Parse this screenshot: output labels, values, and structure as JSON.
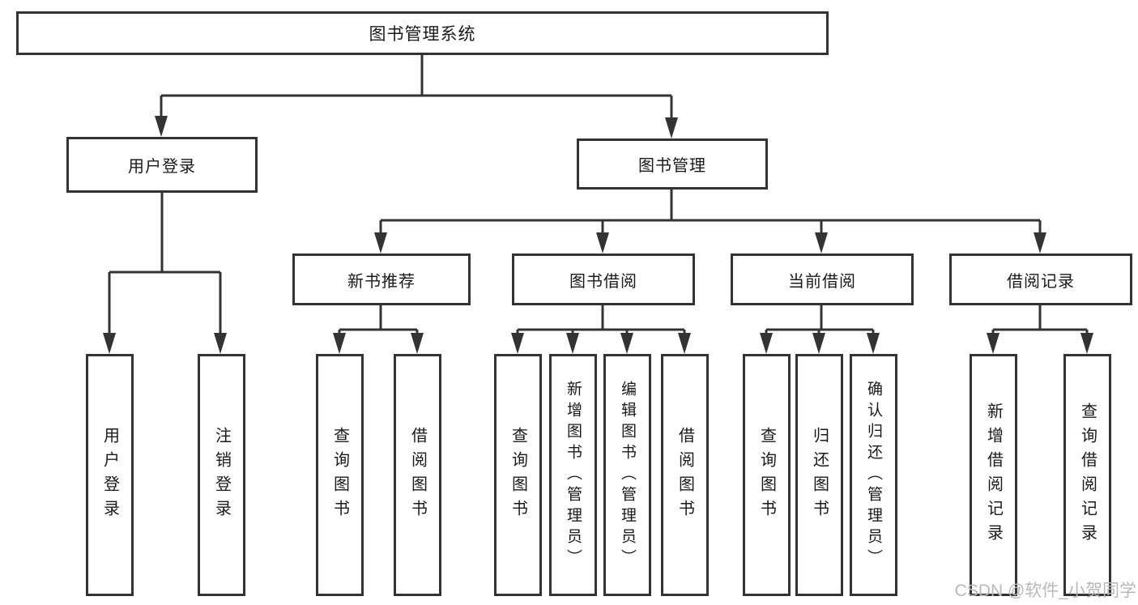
{
  "diagram": {
    "root": {
      "label": "图书管理系统"
    },
    "user_branch": {
      "label": "用户登录",
      "children": [
        {
          "label": "用户登录"
        },
        {
          "label": "注销登录"
        }
      ]
    },
    "book_branch": {
      "label": "图书管理",
      "sections": [
        {
          "label": "新书推荐",
          "children": [
            {
              "label": "查询图书"
            },
            {
              "label": "借阅图书"
            }
          ]
        },
        {
          "label": "图书借阅",
          "children": [
            {
              "label": "查询图书"
            },
            {
              "label": "新增图书（管理员）"
            },
            {
              "label": "编辑图书（管理员）"
            },
            {
              "label": "借阅图书"
            }
          ]
        },
        {
          "label": "当前借阅",
          "children": [
            {
              "label": "查询图书"
            },
            {
              "label": "归还图书"
            },
            {
              "label": "确认归还（管理员）"
            }
          ]
        },
        {
          "label": "借阅记录",
          "children": [
            {
              "label": "新增借阅记录"
            },
            {
              "label": "查询借阅记录"
            }
          ]
        }
      ]
    },
    "line_color": "#333333",
    "watermark": "CSDN @软件_小贺同学"
  }
}
